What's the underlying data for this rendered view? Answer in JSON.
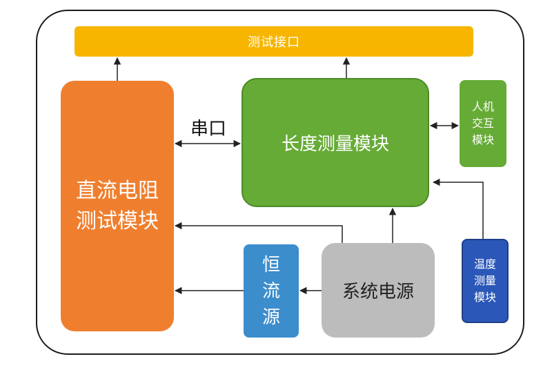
{
  "diagram": {
    "test_interface": "测试接口",
    "dc_module": [
      "直流电阻",
      "测试模块"
    ],
    "length_module": "长度测量模块",
    "human_module": [
      "人机",
      "交互",
      "模块"
    ],
    "constant_current": [
      "恒",
      "流",
      "源"
    ],
    "power_supply": "系统电源",
    "temp_module": [
      "温度",
      "测量",
      "模块"
    ],
    "serial_label": "串口"
  },
  "colors": {
    "interface": "#f7b500",
    "dc_module": "#ef7f2e",
    "length_module": "#66ab36",
    "human_module": "#66ab36",
    "constant_current": "#3b8dcc",
    "power_supply": "#bcbcbc",
    "temp_module": "#2b58b8",
    "line": "#222222"
  }
}
